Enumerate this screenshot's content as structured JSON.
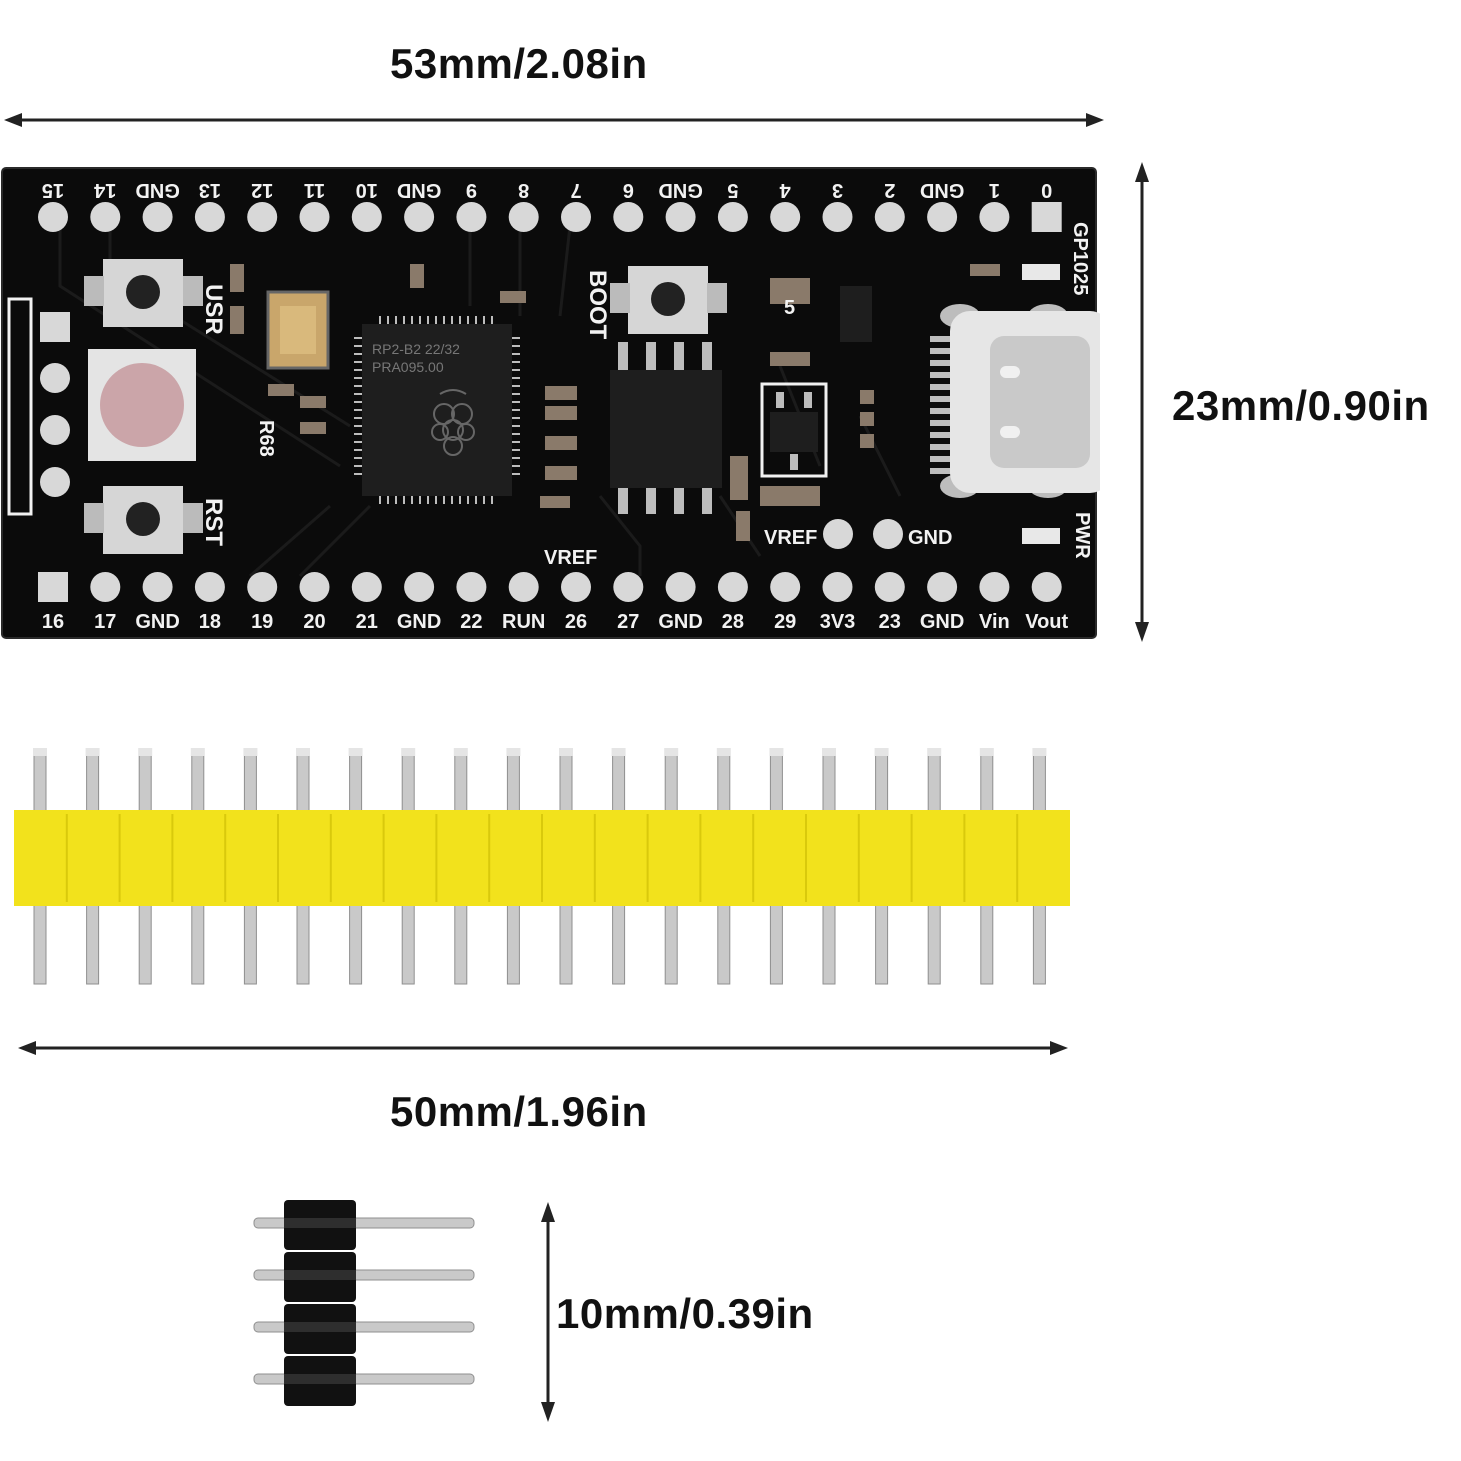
{
  "dimensions": {
    "board_width": "53mm/2.08in",
    "board_height": "23mm/0.90in",
    "header_length": "50mm/1.96in",
    "angle_header_length": "10mm/0.39in"
  },
  "board": {
    "top_pins": [
      "15",
      "14",
      "GND",
      "13",
      "12",
      "11",
      "10",
      "GND",
      "9",
      "8",
      "7",
      "6",
      "GND",
      "5",
      "4",
      "3",
      "2",
      "GND",
      "1",
      "0"
    ],
    "bottom_pins": [
      "16",
      "17",
      "GND",
      "18",
      "19",
      "20",
      "21",
      "GND",
      "22",
      "RUN",
      "26",
      "27",
      "GND",
      "28",
      "29",
      "3V3",
      "23",
      "GND",
      "Vin",
      "Vout"
    ],
    "labels": {
      "usr": "USR",
      "rst": "RST",
      "boot": "BOOT",
      "r68": "R68",
      "vref_left": "VREF",
      "vref_right": "VREF",
      "gnd_right": "GND",
      "gpio25": "GP1025",
      "pwr": "PWR",
      "chip_line1": "RP2-B2   22/32",
      "chip_line2": "PRA095.00",
      "reg_mark": "5"
    },
    "colors": {
      "pcb": "#0b0b0b",
      "silkscreen": "#f2f2f2",
      "header_plastic": "#f2e21c",
      "pin_metal": "#c9c9c9"
    }
  },
  "straight_header": {
    "pin_count": 20
  },
  "angle_header": {
    "pin_count": 4
  },
  "icons": [
    "double-arrow-icon"
  ]
}
